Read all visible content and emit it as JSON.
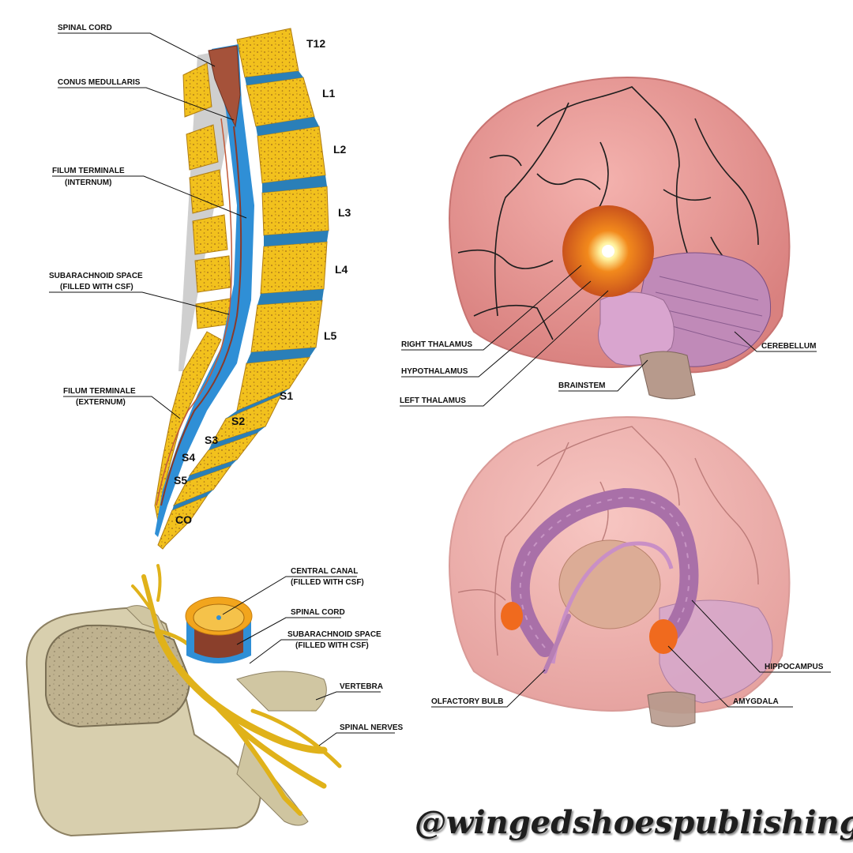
{
  "spine": {
    "labels": {
      "spinal_cord": "SPINAL CORD",
      "conus_medullaris": "CONUS MEDULLARIS",
      "filum_internum_1": "FILUM TERMINALE",
      "filum_internum_2": "(INTERNUM)",
      "subarachnoid_1": "SUBARACHNOID SPACE",
      "subarachnoid_2": "(FILLED WITH CSF)",
      "filum_externum_1": "FILUM TERMINALE",
      "filum_externum_2": "(EXTERNUM)"
    },
    "levels": [
      "T12",
      "L1",
      "L2",
      "L3",
      "L4",
      "L5",
      "S1",
      "S2",
      "S3",
      "S4",
      "S5",
      "CO"
    ]
  },
  "vertebra": {
    "labels": {
      "central_canal_1": "CENTRAL CANAL",
      "central_canal_2": "(FILLED WITH CSF)",
      "spinal_cord": "SPINAL CORD",
      "subarachnoid_1": "SUBARACHNOID SPACE",
      "subarachnoid_2": "(FILLED WITH CSF)",
      "vertebra": "VERTEBRA",
      "spinal_nerves": "SPINAL NERVES"
    }
  },
  "brain_top": {
    "labels": {
      "right_thalamus": "RIGHT THALAMUS",
      "hypothalamus": "HYPOTHALAMUS",
      "left_thalamus": "LEFT THALAMUS",
      "brainstem": "BRAINSTEM",
      "cerebellum": "CEREBELLUM"
    }
  },
  "brain_bottom": {
    "labels": {
      "hippocampus": "HIPPOCAMPUS",
      "olfactory_bulb": "OLFACTORY BULB",
      "amygdala": "AMYGDALA"
    }
  },
  "watermark": "@wingedshoespublishing",
  "colors": {
    "bone": "#f2c11d",
    "bone_dot": "#a06a1a",
    "csf": "#2f8fd6",
    "disc": "#2a7fb8",
    "cord": "#a5523a",
    "brain": "#e69a98",
    "limbic": "#b07ab8",
    "amygdala": "#f06a1e",
    "vertebra_bone": "#d8cfae"
  }
}
